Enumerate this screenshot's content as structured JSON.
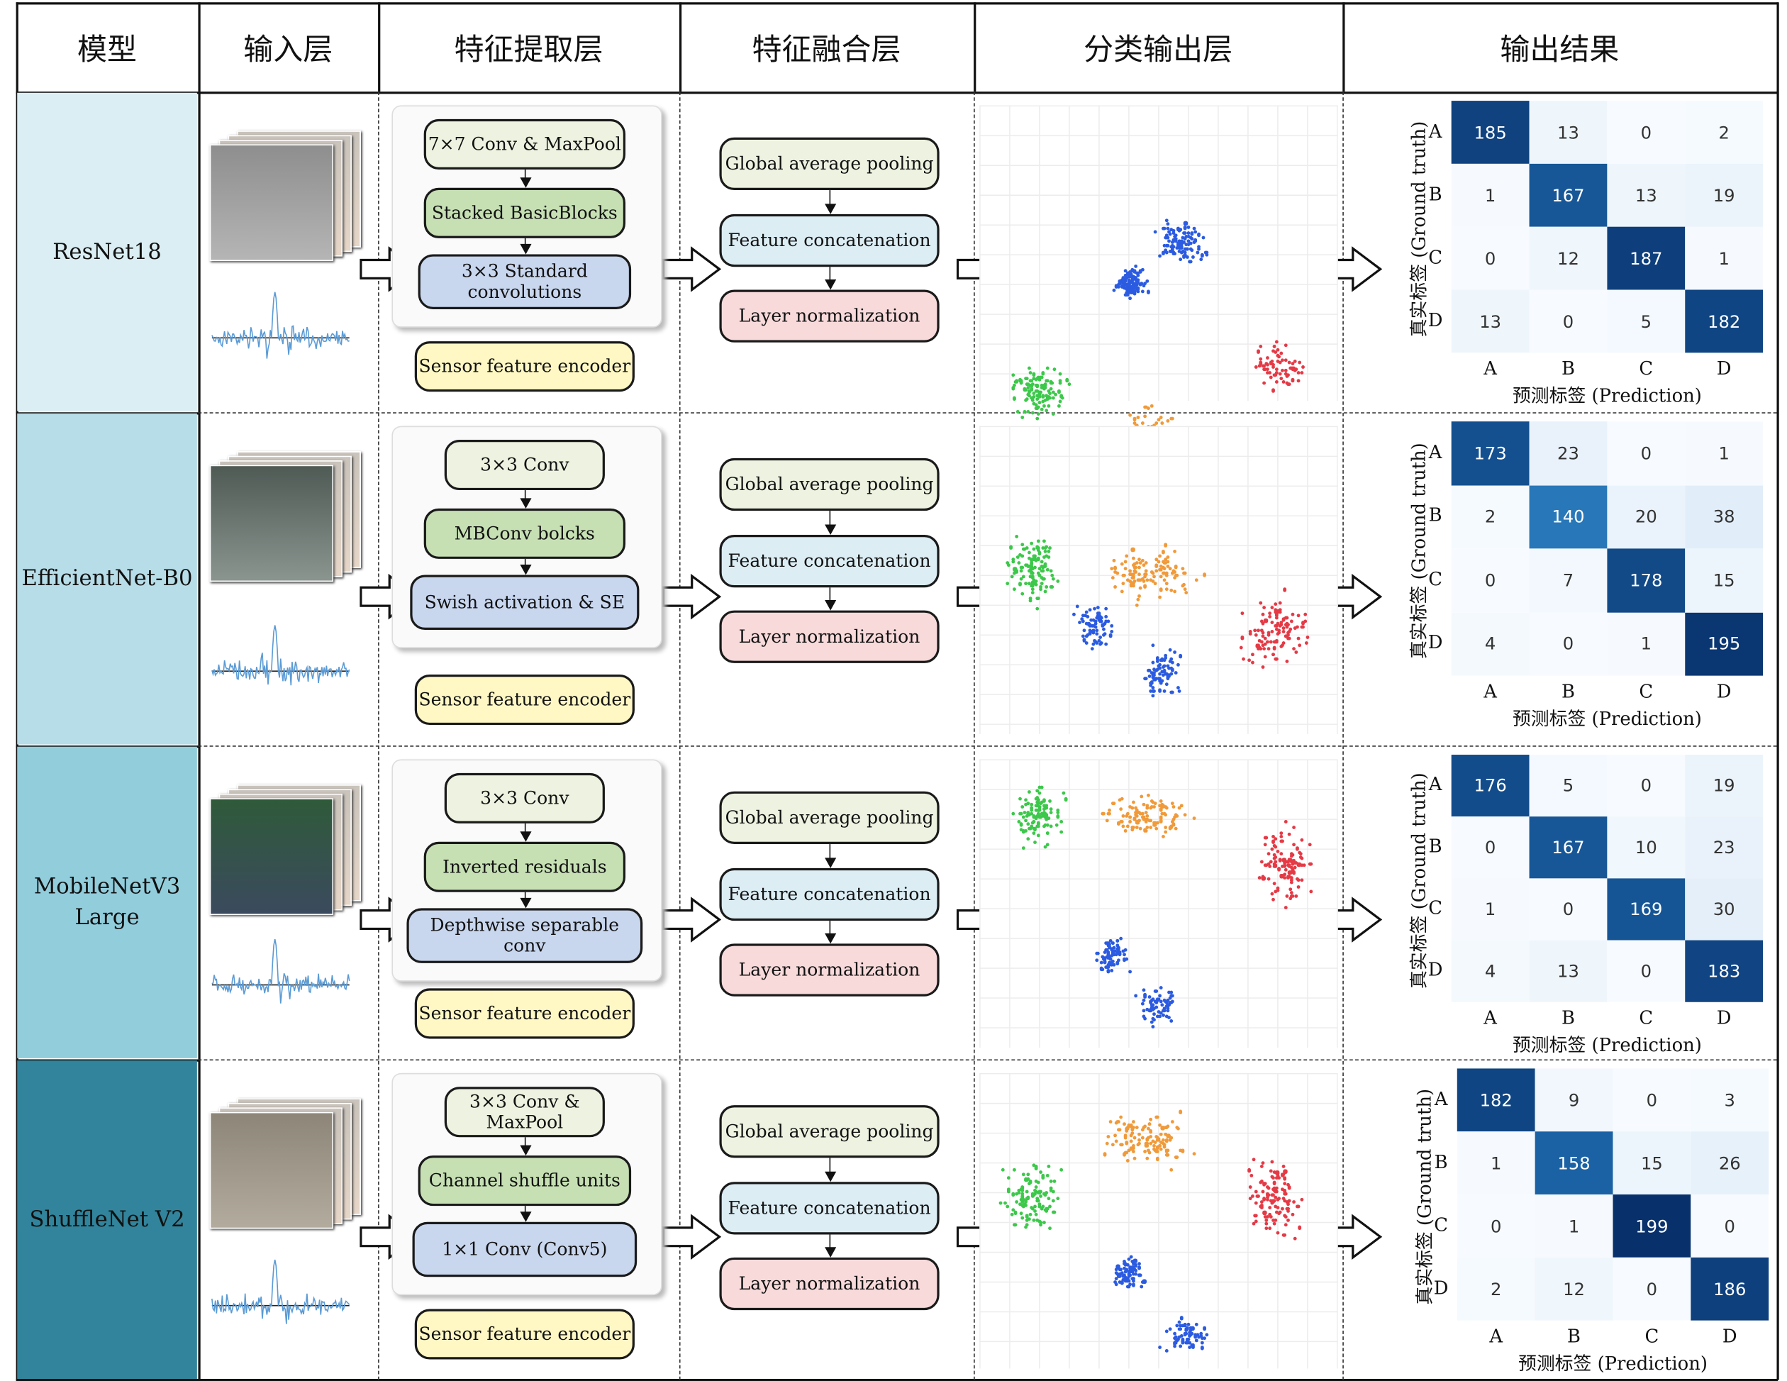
{
  "headers": [
    "模型",
    "输入层",
    "特征提取层",
    "特征融合层",
    "分类输出层",
    "输出结果"
  ],
  "colors": {
    "scatter_clusters": [
      "#2b5be0",
      "#3cc84a",
      "#f09a3a",
      "#e43a46"
    ],
    "extract_box_colors": [
      "#edf3e0",
      "#c6e0b4",
      "#c8d6ee"
    ],
    "encoder_box_color": "#fff8c4",
    "fusion_box_colors": [
      "#edf3e0",
      "#dcedf4",
      "#f8dadb"
    ],
    "waveform": "#5b9bd5",
    "colormap": "Blues"
  },
  "shared": {
    "sensor_encoder": "Sensor feature encoder",
    "fusion": [
      "Global average pooling",
      "Feature concatenation",
      "Layer normalization"
    ],
    "classes": [
      "A",
      "B",
      "C",
      "D"
    ],
    "ylabel": "真实标签 (Ground truth)",
    "xlabel": "预测标签 (Prediction)"
  },
  "rows": [
    {
      "model": "ResNet18",
      "label_bg": "#daeef3",
      "label_color": "#111111",
      "extract": [
        "7×7 Conv & MaxPool",
        "Stacked BasicBlocks",
        "3×3 Standard convolutions"
      ],
      "matrix": [
        [
          185,
          13,
          0,
          2
        ],
        [
          1,
          167,
          13,
          19
        ],
        [
          0,
          12,
          187,
          1
        ],
        [
          13,
          0,
          5,
          182
        ]
      ]
    },
    {
      "model": "EfficientNet-B0",
      "label_bg": "#b7dde8",
      "label_color": "#111111",
      "extract": [
        "3×3 Conv",
        "MBConv bolcks",
        "Swish activation & SE"
      ],
      "matrix": [
        [
          173,
          23,
          0,
          1
        ],
        [
          2,
          140,
          20,
          38
        ],
        [
          0,
          7,
          178,
          15
        ],
        [
          4,
          0,
          1,
          195
        ]
      ]
    },
    {
      "model": "MobileNetV3 Large",
      "label_bg": "#92cddc",
      "label_color": "#111111",
      "extract": [
        "3×3 Conv",
        "Inverted residuals",
        "Depthwise separable conv"
      ],
      "matrix": [
        [
          176,
          5,
          0,
          19
        ],
        [
          0,
          167,
          10,
          23
        ],
        [
          1,
          0,
          169,
          30
        ],
        [
          4,
          13,
          0,
          183
        ]
      ]
    },
    {
      "model": "ShuffleNet V2",
      "label_bg": "#31849b",
      "label_color": "#111111",
      "extract": [
        "3×3 Conv & MaxPool",
        "Channel shuffle units",
        "1×1 Conv (Conv5)"
      ],
      "matrix": [
        [
          182,
          9,
          0,
          3
        ],
        [
          1,
          158,
          15,
          26
        ],
        [
          0,
          1,
          199,
          0
        ],
        [
          2,
          12,
          0,
          186
        ]
      ]
    }
  ]
}
